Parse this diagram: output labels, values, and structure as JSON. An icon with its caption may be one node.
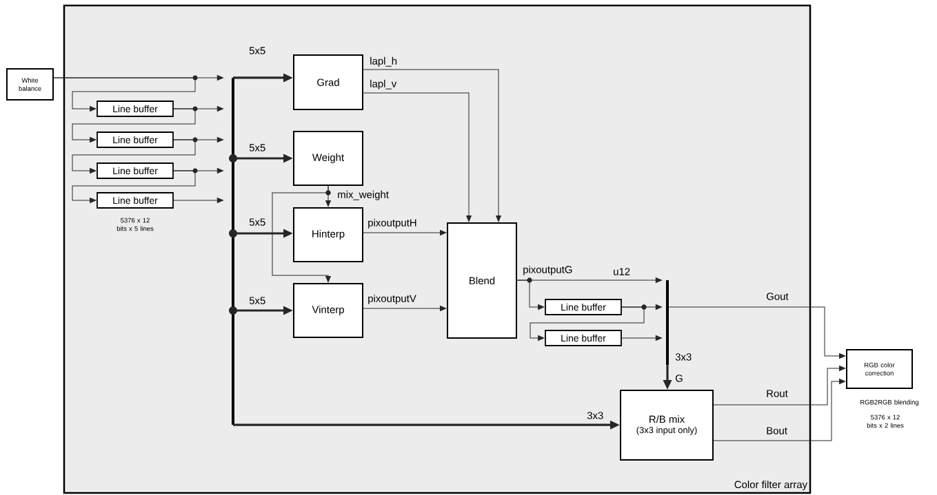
{
  "diagram": {
    "nodes": [
      {
        "text": [
          "Color filter array"
        ]
      },
      {
        "text": [
          "White balance"
        ]
      },
      {
        "text": [
          "Line buffer"
        ],
        "in": 0
      },
      {
        "text": [
          "Line buffer"
        ],
        "in": 0
      },
      {
        "text": [
          "Line buffer"
        ],
        "in": 0
      },
      {
        "text": [
          "Line buffer"
        ],
        "in": 0,
        "beside": [
          "5376 x 12 bits x 5 lines"
        ]
      },
      {
        "text": [],
        "shape": "bar",
        "in": 0
      },
      {
        "text": [
          "Grad"
        ],
        "in": 0
      },
      {
        "text": [
          "Weight"
        ],
        "in": 0
      },
      {
        "text": [
          "Hinterp"
        ],
        "in": 0
      },
      {
        "text": [
          "Vinterp"
        ],
        "in": 0
      },
      {
        "text": [
          "Blend"
        ],
        "in": 0,
        "beside": [
          "pixoutputG"
        ]
      },
      {
        "text": [
          "Line buffer"
        ],
        "in": 0
      },
      {
        "text": [
          "Line buffer"
        ],
        "in": 0
      },
      {
        "text": [],
        "shape": "bar",
        "in": 0,
        "beside": [
          "3x3",
          "G"
        ]
      },
      {
        "text": [
          "R/B mix",
          "(3x3 input only)"
        ],
        "in": 0
      },
      {
        "text": [
          "RGB color correction"
        ],
        "beside": [
          "RGB2RGB blending",
          "5376 x 12 bits x 2 lines"
        ]
      }
    ],
    "edges": [
      {
        "from": 1,
        "to": 6,
        "arrow": "to"
      },
      {
        "from": 1,
        "to": 2,
        "arrow": "to"
      },
      {
        "from": 2,
        "to": 6,
        "arrow": "to"
      },
      {
        "from": 2,
        "to": 3,
        "arrow": "to"
      },
      {
        "from": 3,
        "to": 6,
        "arrow": "to"
      },
      {
        "from": 3,
        "to": 4,
        "arrow": "to"
      },
      {
        "from": 4,
        "to": 6,
        "arrow": "to"
      },
      {
        "from": 4,
        "to": 5,
        "arrow": "to"
      },
      {
        "from": 5,
        "to": 6,
        "arrow": "to"
      },
      {
        "from": 6,
        "to": 7,
        "arrow": "to",
        "label": "5x5",
        "style": "thick"
      },
      {
        "from": 6,
        "to": 8,
        "arrow": "to",
        "label": "5x5",
        "style": "thick"
      },
      {
        "from": 6,
        "to": 9,
        "arrow": "to",
        "label": "5x5",
        "style": "thick"
      },
      {
        "from": 6,
        "to": 10,
        "arrow": "to",
        "label": "5x5",
        "style": "thick"
      },
      {
        "from": 6,
        "to": 15,
        "arrow": "to",
        "label": "3x3",
        "style": "thick"
      },
      {
        "from": 7,
        "to": 11,
        "arrow": "to",
        "label": "lapl_h"
      },
      {
        "from": 7,
        "to": 11,
        "arrow": "to",
        "label": "lapl_v"
      },
      {
        "from": 8,
        "to": 9,
        "arrow": "to",
        "label": "mix_weight"
      },
      {
        "from": 8,
        "to": 10,
        "arrow": "to"
      },
      {
        "from": 9,
        "to": 11,
        "arrow": "to",
        "label": "pixoutputH"
      },
      {
        "from": 10,
        "to": 11,
        "arrow": "to",
        "label": "pixoutputV"
      },
      {
        "from": 11,
        "to": 14,
        "arrow": "to",
        "label": "u12"
      },
      {
        "from": 11,
        "to": 12,
        "arrow": "to"
      },
      {
        "from": 12,
        "to": 14,
        "arrow": "to"
      },
      {
        "from": 12,
        "to": 13,
        "arrow": "to"
      },
      {
        "from": 13,
        "to": 14,
        "arrow": "to"
      },
      {
        "from": 14,
        "to": 15,
        "arrow": "to",
        "style": "thick"
      },
      {
        "from": 14,
        "to": 16,
        "arrow": "to",
        "label": "Gout"
      },
      {
        "from": 15,
        "to": 16,
        "arrow": "to",
        "label": "Rout"
      },
      {
        "from": 15,
        "to": 16,
        "arrow": "to",
        "label": "Bout"
      }
    ]
  }
}
